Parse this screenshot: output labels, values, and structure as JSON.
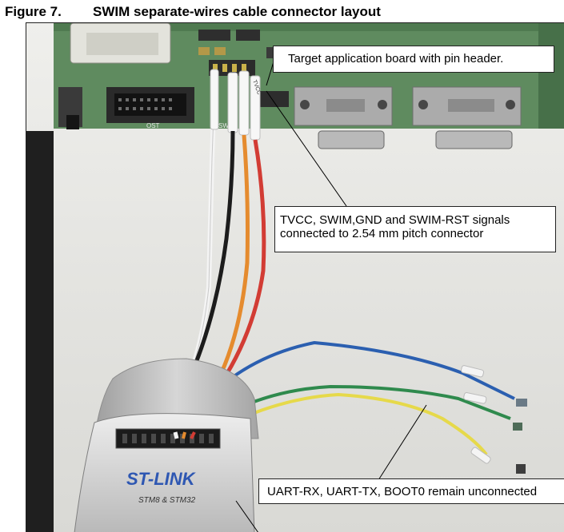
{
  "figure": {
    "number": "Figure 7.",
    "title": "SWIM separate-wires cable connector layout"
  },
  "photo": {
    "board_silkscreen_1": "OST",
    "board_silkscreen_2": "SWI",
    "wire_label": "TVCC",
    "dongle_brand": "ST-LINK",
    "dongle_model": "STM8 & STM32"
  },
  "callouts": {
    "target_board": "Target application board with pin header.",
    "signals_line1": "TVCC, SWIM,GND and SWIM-RST signals",
    "signals_line2": " connected to 2.54 mm pitch connector",
    "uart": "UART-RX, UART-TX, BOOT0 remain unconnected"
  },
  "colors": {
    "board_green": "#5f8b5f",
    "wire_red": "#d23c34",
    "wire_orange": "#e58b2e",
    "wire_black": "#1c1c1c",
    "wire_white": "#f4f4f4",
    "wire_blue": "#2b5fb0",
    "wire_green": "#2f8a4d",
    "wire_yellow": "#e6d94a",
    "stlink_blue": "#2e57b2"
  }
}
